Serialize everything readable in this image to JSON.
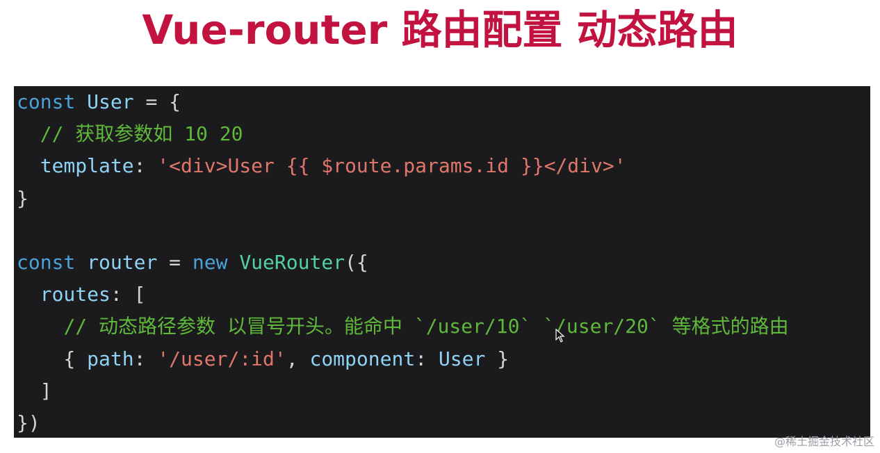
{
  "slide": {
    "title": "Vue-router 路由配置 动态路由"
  },
  "code": {
    "lines": [
      [
        {
          "t": "keyword",
          "v": "const"
        },
        {
          "t": "plain",
          "v": " "
        },
        {
          "t": "ident",
          "v": "User"
        },
        {
          "t": "plain",
          "v": " = {"
        }
      ],
      [
        {
          "t": "plain",
          "v": "  "
        },
        {
          "t": "comment",
          "v": "// 获取参数如 10 20"
        }
      ],
      [
        {
          "t": "plain",
          "v": "  "
        },
        {
          "t": "ident",
          "v": "template"
        },
        {
          "t": "plain",
          "v": ": "
        },
        {
          "t": "string",
          "v": "'<div>User {{ $route.params.id }}</div>'"
        }
      ],
      [
        {
          "t": "plain",
          "v": "}"
        }
      ],
      [],
      [
        {
          "t": "keyword",
          "v": "const"
        },
        {
          "t": "plain",
          "v": " "
        },
        {
          "t": "ident",
          "v": "router"
        },
        {
          "t": "plain",
          "v": " = "
        },
        {
          "t": "keyword",
          "v": "new"
        },
        {
          "t": "plain",
          "v": " "
        },
        {
          "t": "class",
          "v": "VueRouter"
        },
        {
          "t": "plain",
          "v": "({"
        }
      ],
      [
        {
          "t": "plain",
          "v": "  "
        },
        {
          "t": "ident",
          "v": "routes"
        },
        {
          "t": "plain",
          "v": ": ["
        }
      ],
      [
        {
          "t": "plain",
          "v": "    "
        },
        {
          "t": "comment",
          "v": "// 动态路径参数 以冒号开头。能命中 `/user/10` `/user/20` 等格式的路由"
        }
      ],
      [
        {
          "t": "plain",
          "v": "    { "
        },
        {
          "t": "ident",
          "v": "path"
        },
        {
          "t": "plain",
          "v": ": "
        },
        {
          "t": "string",
          "v": "'/user/:id'"
        },
        {
          "t": "plain",
          "v": ", "
        },
        {
          "t": "ident",
          "v": "component"
        },
        {
          "t": "plain",
          "v": ": "
        },
        {
          "t": "ident",
          "v": "User"
        },
        {
          "t": "plain",
          "v": " }"
        }
      ],
      [
        {
          "t": "plain",
          "v": "  ]"
        }
      ],
      [
        {
          "t": "plain",
          "v": "})"
        }
      ]
    ]
  },
  "colors": {
    "title": "#c2123f",
    "editor_background": "#1b1b1e",
    "keyword": "#4aa3d8",
    "identifier": "#8fd3f4",
    "comment": "#5fb83a",
    "string": "#e0776a",
    "class": "#53d1a6"
  },
  "icons": {
    "cursor": "mouse-pointer-icon"
  },
  "watermark": {
    "text": "@稀土掘金技术社区"
  }
}
